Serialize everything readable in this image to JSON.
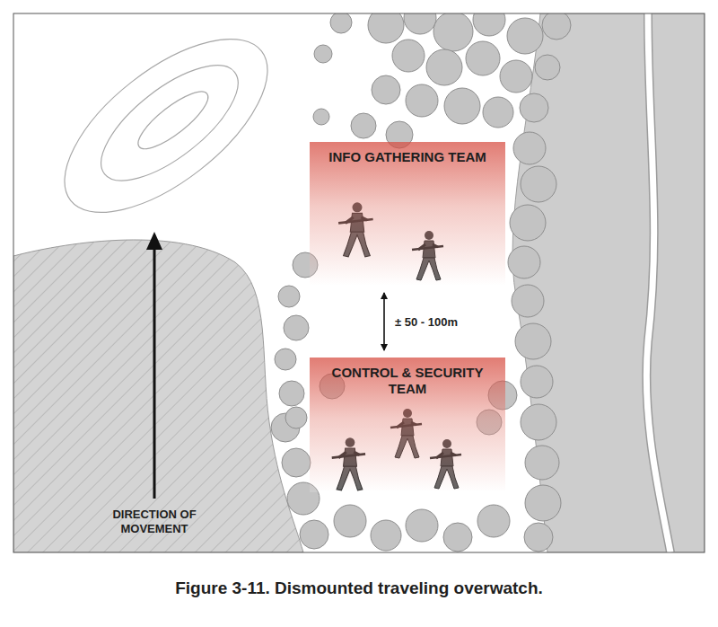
{
  "diagram": {
    "caption": "Figure 3-11. Dismounted traveling overwatch.",
    "nodes": [
      {
        "text": [
          "INFO GATHERING TEAM"
        ]
      },
      {
        "text": [
          "CONTROL & SECURITY TEAM"
        ]
      }
    ],
    "edges": [
      {
        "from": 0,
        "to": 1,
        "arrow": "both",
        "label": "± 50 - 100m"
      }
    ],
    "labels": [
      "DIRECTION OF MOVEMENT"
    ]
  }
}
